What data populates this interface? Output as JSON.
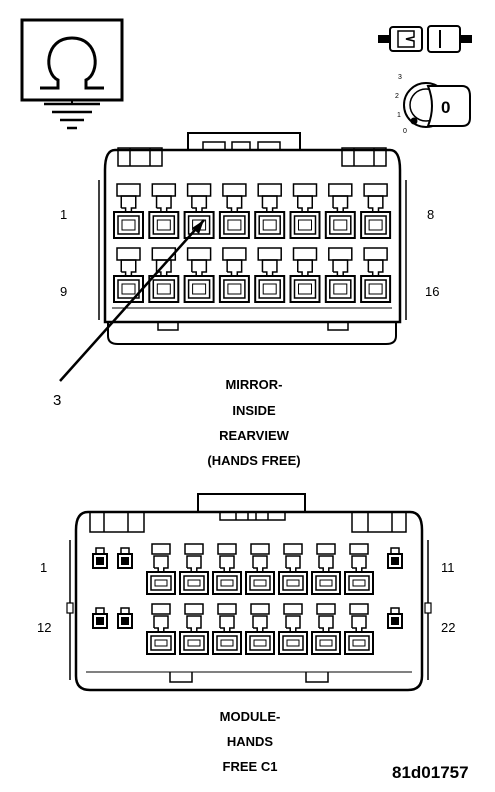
{
  "connector1": {
    "pin_first_top": "1",
    "pin_last_top": "8",
    "pin_first_bottom": "9",
    "pin_last_bottom": "16",
    "callout": "3",
    "caption_lines": [
      "MIRROR-",
      "INSIDE",
      "REARVIEW",
      "(HANDS FREE)"
    ]
  },
  "connector2": {
    "pin_first_top": "1",
    "pin_last_top": "11",
    "pin_first_bottom": "12",
    "pin_last_bottom": "22",
    "caption_lines": [
      "MODULE-",
      "HANDS",
      "FREE C1"
    ]
  },
  "icons": {
    "ground": "ground-resistance-icon",
    "connector_pair": "connector-disconnect-icon",
    "ignition": "ignition-switch-icon",
    "ignition_positions": [
      "3",
      "2",
      "1",
      "0"
    ],
    "ignition_key_label": "0"
  },
  "figure_code": "81d01757"
}
